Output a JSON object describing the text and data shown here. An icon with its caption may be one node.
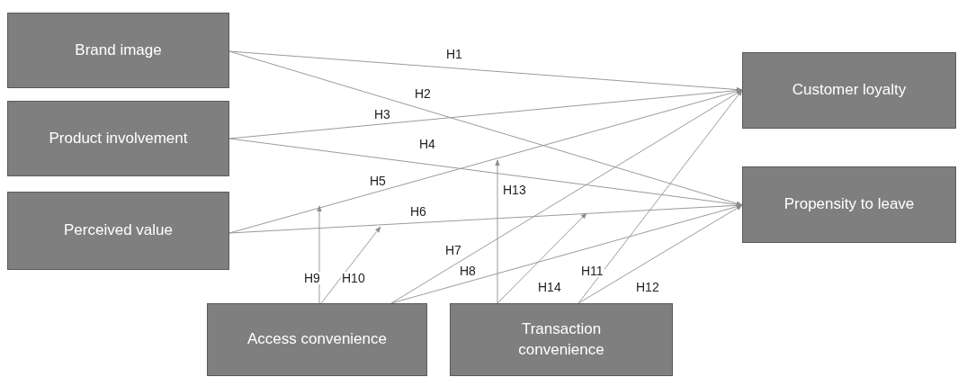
{
  "diagram": {
    "nodes": [
      {
        "text": [
          "Brand image"
        ]
      },
      {
        "text": [
          "Product involvement"
        ]
      },
      {
        "text": [
          "Perceived value"
        ]
      },
      {
        "text": [
          "Customer loyalty"
        ]
      },
      {
        "text": [
          "Propensity to leave"
        ]
      },
      {
        "text": [
          "Access convenience"
        ]
      },
      {
        "text": [
          "Transaction convenience"
        ]
      }
    ],
    "edges": [
      {
        "from": 0,
        "to": 3,
        "arrow": "to",
        "label": "H1"
      },
      {
        "from": 0,
        "to": 4,
        "arrow": "to",
        "label": "H2"
      },
      {
        "from": 1,
        "to": 3,
        "arrow": "to",
        "label": "H3"
      },
      {
        "from": 1,
        "to": 4,
        "arrow": "to",
        "label": "H4"
      },
      {
        "from": 2,
        "to": 3,
        "arrow": "to",
        "label": "H5"
      },
      {
        "from": 2,
        "to": 4,
        "arrow": "to",
        "label": "H6"
      },
      {
        "from": 5,
        "to": 3,
        "arrow": "to",
        "label": "H7"
      },
      {
        "from": 5,
        "to": 4,
        "arrow": "to",
        "label": "H8"
      },
      {
        "from": 5,
        "to": null,
        "arrow": "to",
        "label": "H9"
      },
      {
        "from": 5,
        "to": null,
        "arrow": "to",
        "label": "H10"
      },
      {
        "from": 6,
        "to": 3,
        "arrow": "to",
        "label": "H11"
      },
      {
        "from": 6,
        "to": 4,
        "arrow": "to",
        "label": "H12"
      },
      {
        "from": 6,
        "to": null,
        "arrow": "to",
        "label": "H13"
      },
      {
        "from": 6,
        "to": null,
        "arrow": "to",
        "label": "H14"
      }
    ]
  }
}
